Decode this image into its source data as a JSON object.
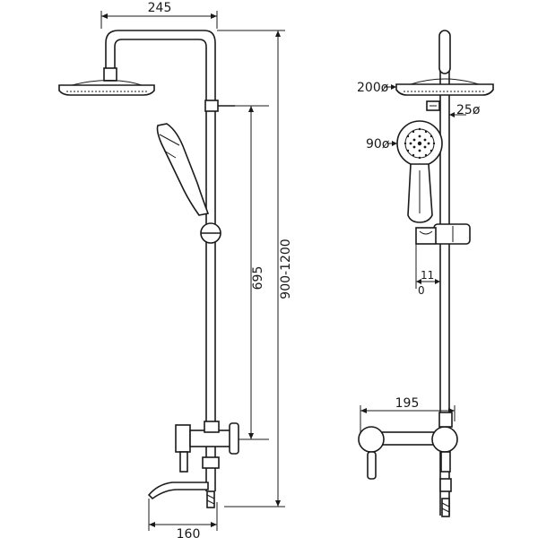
{
  "dimensions": {
    "side_top_width": "245",
    "side_bar_height": "695",
    "side_total_height": "900-1200",
    "side_spout_width": "160",
    "front_head_diameter": "200ø",
    "front_bar_diameter": "25ø",
    "front_hand_diameter": "90ø",
    "front_clip_width": "11",
    "front_clip_offset": "0",
    "front_mixer_width": "195"
  }
}
